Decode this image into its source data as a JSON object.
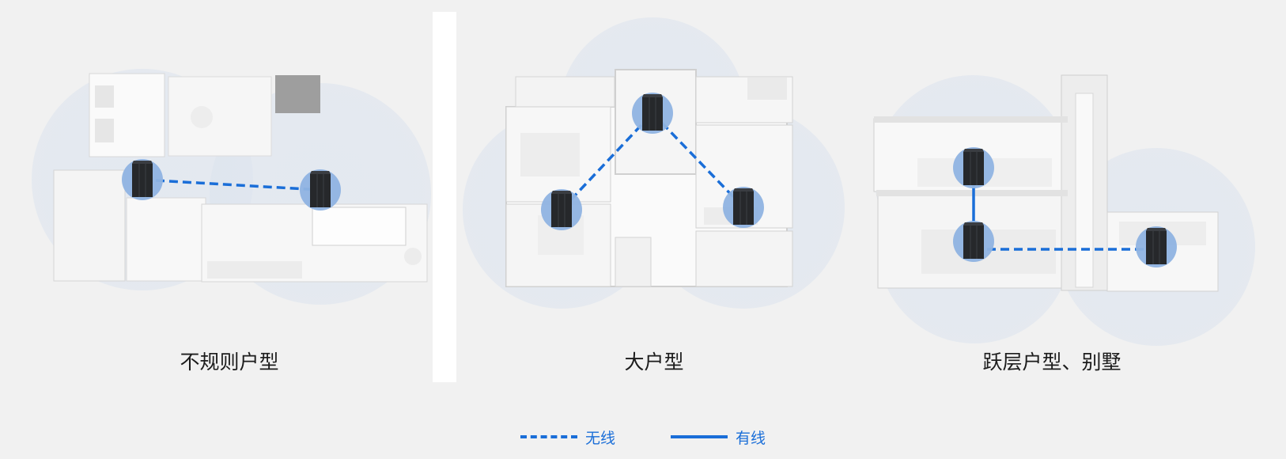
{
  "scenes": [
    {
      "label": "不规则户型",
      "connection": "wireless",
      "nodes": 2
    },
    {
      "label": "大户型",
      "connection": "wireless",
      "nodes": 3
    },
    {
      "label": "跃层户型、别墅",
      "connection": "wired + wireless",
      "nodes": 3
    }
  ],
  "legend": {
    "wireless": "无线",
    "wired": "有线"
  },
  "colors": {
    "background": "#f1f1f1",
    "link": "#1a6ed8",
    "node_halo": "#8fb3e2",
    "coverage": "#dfe6ef",
    "router": "#26282b"
  },
  "icons": [
    "router-icon",
    "floorplan-illustration",
    "coverage-circle"
  ]
}
